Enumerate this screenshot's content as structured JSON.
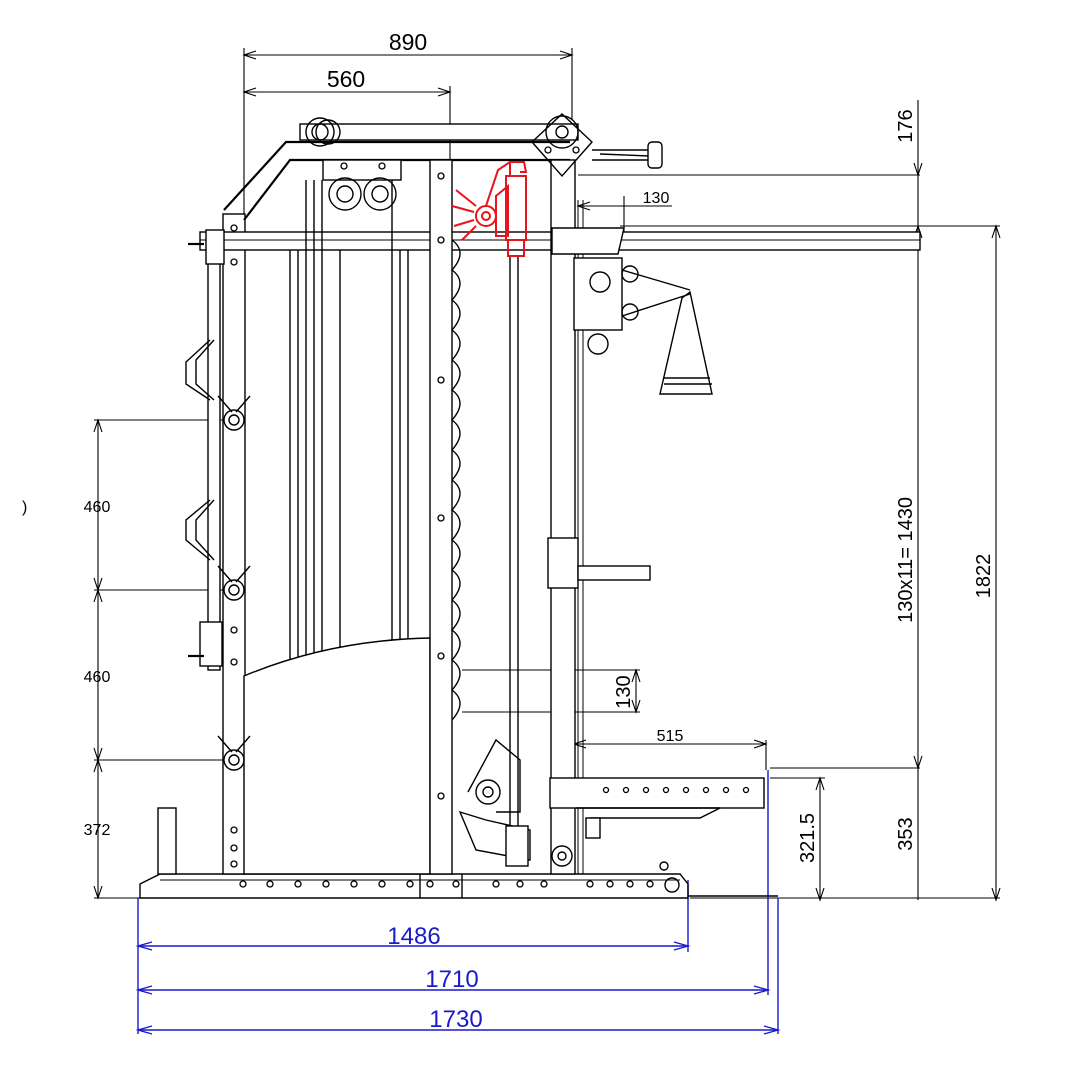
{
  "dimensions": {
    "top_width_overall": "890",
    "top_width_inner": "560",
    "top_offset": "176",
    "top_arm": "130",
    "hole_spacing": "130x11= 1430",
    "total_height": "1822",
    "peg_spacing_1": "460",
    "peg_spacing_2": "460",
    "peg_base": "372",
    "notch_pitch": "130",
    "bench_length": "515",
    "bench_height": "321.5",
    "low_height": "353",
    "base_length_1": "1486",
    "base_length_2": "1710",
    "base_length_3": "1730"
  },
  "colors": {
    "line": "#000000",
    "dimension_blue": "#1a1acd",
    "accessory_red": "#e8141b"
  },
  "left_edge_mark": ")"
}
